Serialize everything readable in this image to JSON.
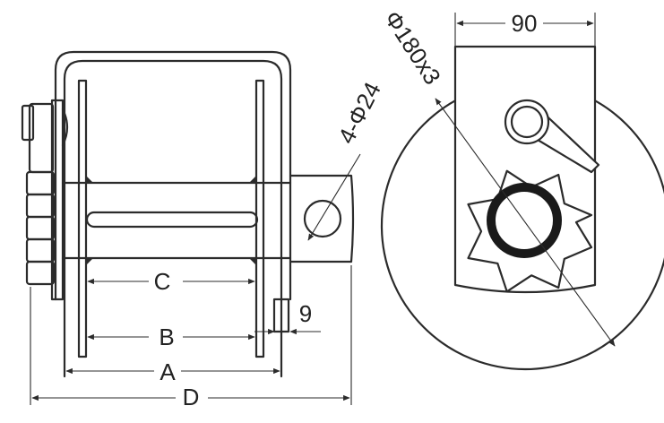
{
  "labels": {
    "dim_c": "C",
    "dim_b": "B",
    "dim_a": "A",
    "dim_d": "D",
    "dim_9": "9",
    "dim_90": "90",
    "dim_bolt": "4-Φ24",
    "dim_wheel": "Φ180x3"
  },
  "colors": {
    "line": "#2b2b2b",
    "text": "#222222",
    "background": "#ffffff"
  }
}
